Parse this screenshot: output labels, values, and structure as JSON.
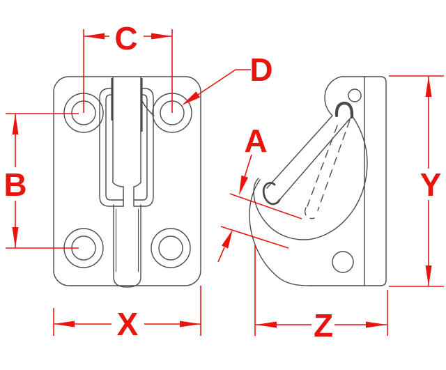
{
  "drawing": {
    "type": "technical-drawing",
    "part": "fender hook with spring gate, two orthographic views",
    "colors": {
      "background": "#ffffff",
      "outline": "#4a4a4a",
      "dimension": "#e8140e"
    },
    "labels": {
      "A": "A",
      "B": "B",
      "C": "C",
      "D": "D",
      "X": "X",
      "Y": "Y",
      "Z": "Z"
    }
  }
}
